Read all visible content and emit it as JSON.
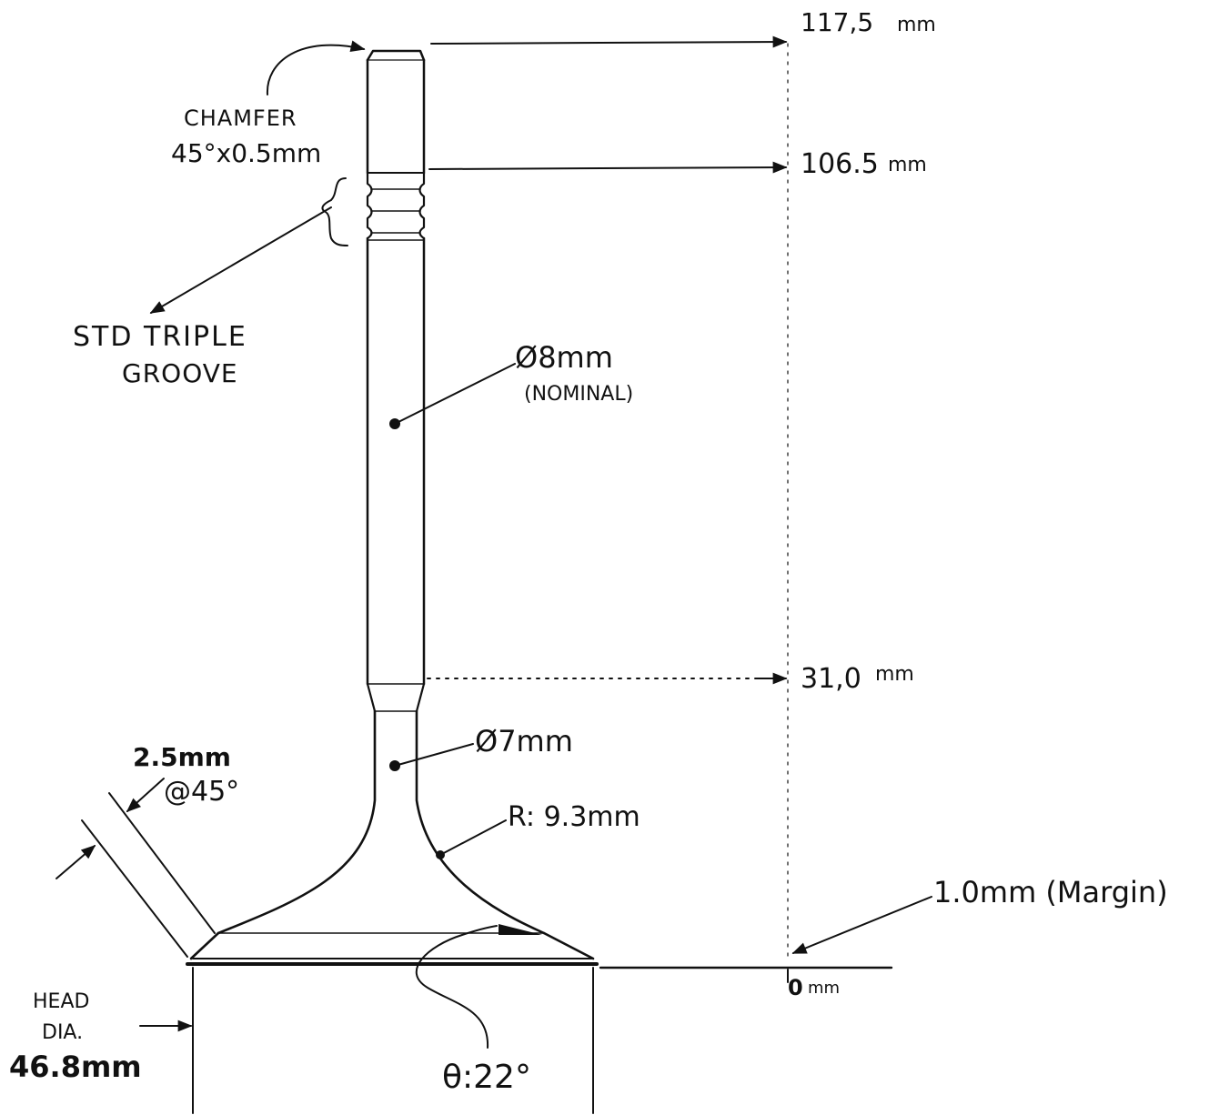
{
  "diagram": {
    "dimensions": {
      "top": "117,5",
      "top_unit": "mm",
      "groove_top": "106.5",
      "groove_top_unit": "mm",
      "neck": "31,0",
      "neck_unit": "mm",
      "zero": "0",
      "zero_unit": "mm"
    },
    "labels": {
      "chamfer_line1": "CHAMFER",
      "chamfer_line2": "45°x0.5mm",
      "groove_line1": "STD TRIPLE",
      "groove_line2": "GROOVE",
      "stem_diameter": "Ø8mm",
      "stem_diameter_note": "(NOMINAL)",
      "neck_diameter": "Ø7mm",
      "fillet_radius": "R: 9.3mm",
      "margin": "1.0mm (Margin)",
      "seat_width": "2.5mm",
      "seat_angle": "@45°",
      "head_dia_line1": "HEAD",
      "head_dia_line2": "DIA.",
      "head_dia_value": "46.8mm",
      "theta": "θ:22°"
    },
    "colors": {
      "ink": "#111111",
      "paper": "#ffffff"
    }
  }
}
